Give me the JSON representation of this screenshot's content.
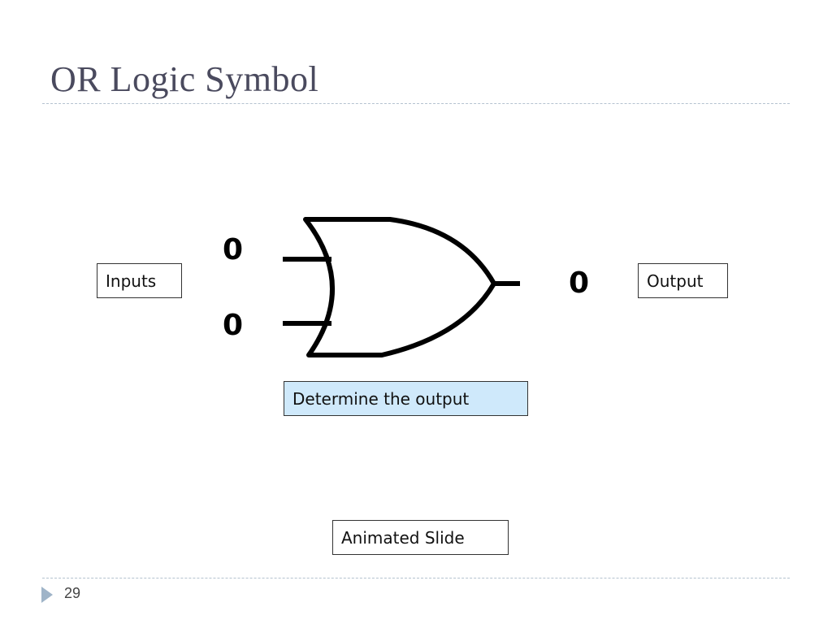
{
  "slide": {
    "title": "OR Logic Symbol",
    "page_number": "29"
  },
  "diagram": {
    "gate_type": "OR",
    "inputs_label": "Inputs",
    "output_label": "Output",
    "input_a_value": "0",
    "input_b_value": "0",
    "output_value": "0",
    "prompt": "Determine the output",
    "note": "Animated Slide"
  },
  "colors": {
    "title": "#4a4a5e",
    "prompt_fill": "#cfe9fb",
    "divider": "#b4c2cf",
    "nav_arrow": "#9fb4c8"
  }
}
